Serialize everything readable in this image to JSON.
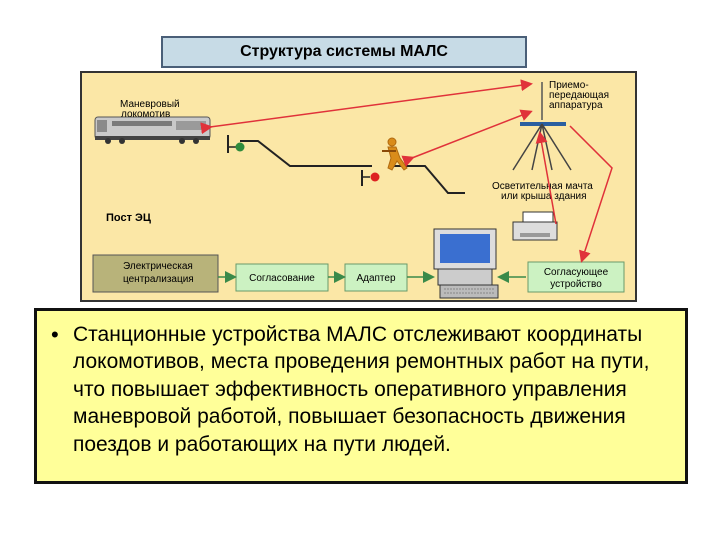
{
  "title": "Структура системы МАЛС",
  "diagram": {
    "shunting_loco_label_1": "Маневровый",
    "shunting_loco_label_2": "локомотив",
    "transceiver_label_1": "Приемо-",
    "transceiver_label_2": "передающая",
    "transceiver_label_3": "аппаратура",
    "mast_label_1": "Осветительная мачта",
    "mast_label_2": "или крыша здания",
    "post_label": "Пост ЭЦ",
    "blocks": {
      "interlocking_1": "Электрическая",
      "interlocking_2": "централизация",
      "matching": "Согласование",
      "adapter": "Адаптер",
      "matching_device_1": "Согласующее",
      "matching_device_2": "устройство"
    }
  },
  "body_text": {
    "bullet": "•",
    "paragraph": "Станционные устройства МАЛС отслеживают координаты локомотивов, места проведения ремонтных работ на пути, что повышает эффективность оперативного управления маневровой работой, повышает безопасность движения поездов и работающих на пути людей."
  },
  "colors": {
    "diagram_bg": "#fbe7a6",
    "block_fill": "#ccf2c2",
    "interlocking_fill": "#b8b37a",
    "arrow_red": "#e0323a",
    "text_box_bg": "#ffff99",
    "title_bg": "#c7dbe6"
  }
}
